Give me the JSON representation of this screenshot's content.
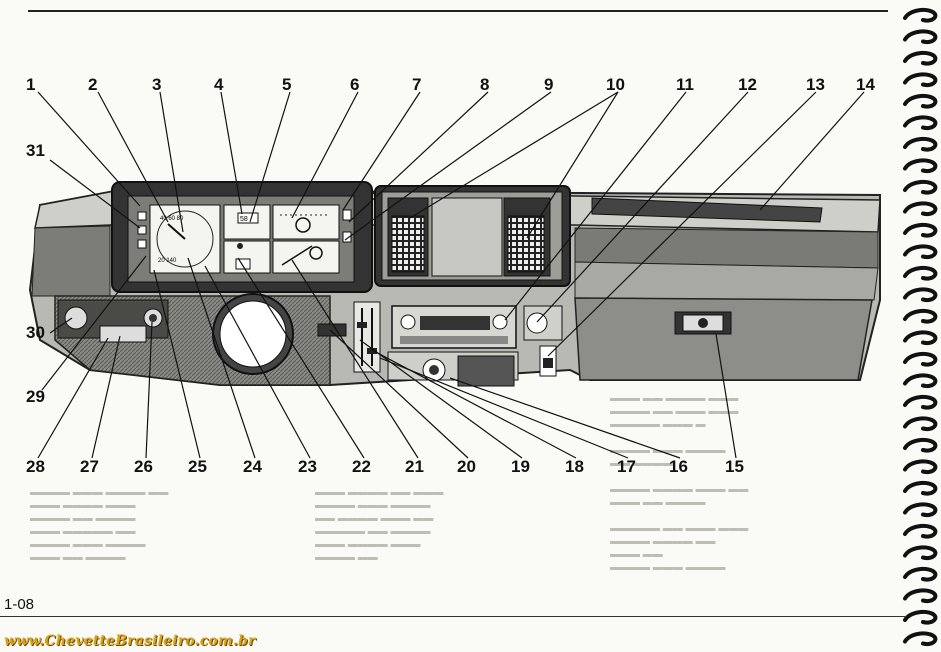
{
  "callouts": {
    "top": [
      "1",
      "2",
      "3",
      "4",
      "5",
      "6",
      "7",
      "8",
      "9",
      "10",
      "11",
      "12",
      "13",
      "14"
    ],
    "left": [
      "31",
      "30",
      "29"
    ],
    "bottom": [
      "28",
      "27",
      "26",
      "25",
      "24",
      "23",
      "22",
      "21",
      "20",
      "19",
      "18",
      "17",
      "16",
      "15"
    ]
  },
  "page_number": "1-08",
  "website": "www.ChevetteBrasileiro.com.br"
}
